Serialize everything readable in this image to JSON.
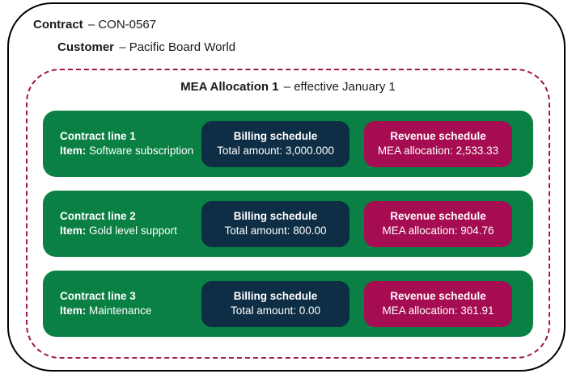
{
  "header": {
    "contract_label": "Contract",
    "contract_value": "– CON-0567",
    "customer_label": "Customer",
    "customer_value": "– Pacific Board World"
  },
  "mea": {
    "title_label": "MEA Allocation 1",
    "title_value": "– effective January 1"
  },
  "rows": [
    {
      "line": "Contract line 1",
      "item_label": "Item:",
      "item_value": "Software subscription",
      "billing_title": "Billing schedule",
      "billing_value": "Total amount: 3,000.000",
      "revenue_title": "Revenue schedule",
      "revenue_value": "MEA allocation: 2,533.33"
    },
    {
      "line": "Contract line 2",
      "item_label": "Item:",
      "item_value": "Gold level support",
      "billing_title": "Billing schedule",
      "billing_value": "Total amount: 800.00",
      "revenue_title": "Revenue schedule",
      "revenue_value": "MEA allocation: 904.76"
    },
    {
      "line": "Contract line 3",
      "item_label": "Item:",
      "item_value": "Maintenance",
      "billing_title": "Billing schedule",
      "billing_value": "Total amount: 0.00",
      "revenue_title": "Revenue schedule",
      "revenue_value": "MEA allocation: 361.91"
    }
  ],
  "colors": {
    "green": "#0A8044",
    "navy": "#0D2E44",
    "crimson": "#A50C51",
    "dash": "#9E1550",
    "outer_border": "#000000"
  }
}
